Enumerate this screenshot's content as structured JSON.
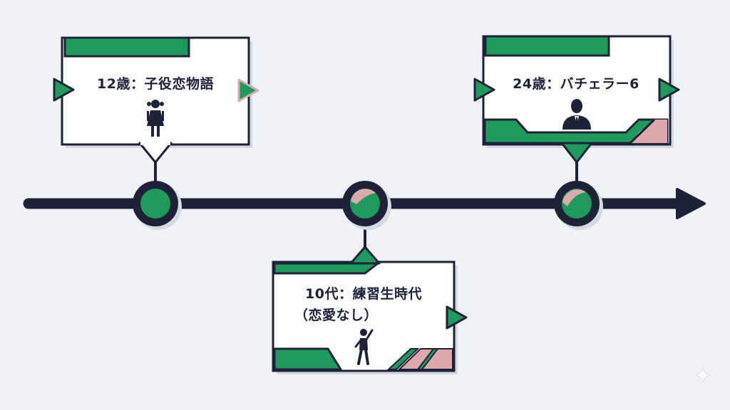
{
  "timeline": {
    "events": [
      {
        "label": "12歳：子役恋物語",
        "figure": "girl-figure-icon",
        "position": "above"
      },
      {
        "label_line1": "10代：練習生時代",
        "label_line2": "（恋愛なし）",
        "figure": "waving-person-icon",
        "position": "below"
      },
      {
        "label": "24歳：バチェラー6",
        "figure": "businessman-icon",
        "position": "above"
      }
    ]
  },
  "colors": {
    "navy": "#1d2238",
    "green": "#1e9a5c",
    "pink": "#dca9ad",
    "card": "#ffffff",
    "background": "#f1f2f6"
  }
}
